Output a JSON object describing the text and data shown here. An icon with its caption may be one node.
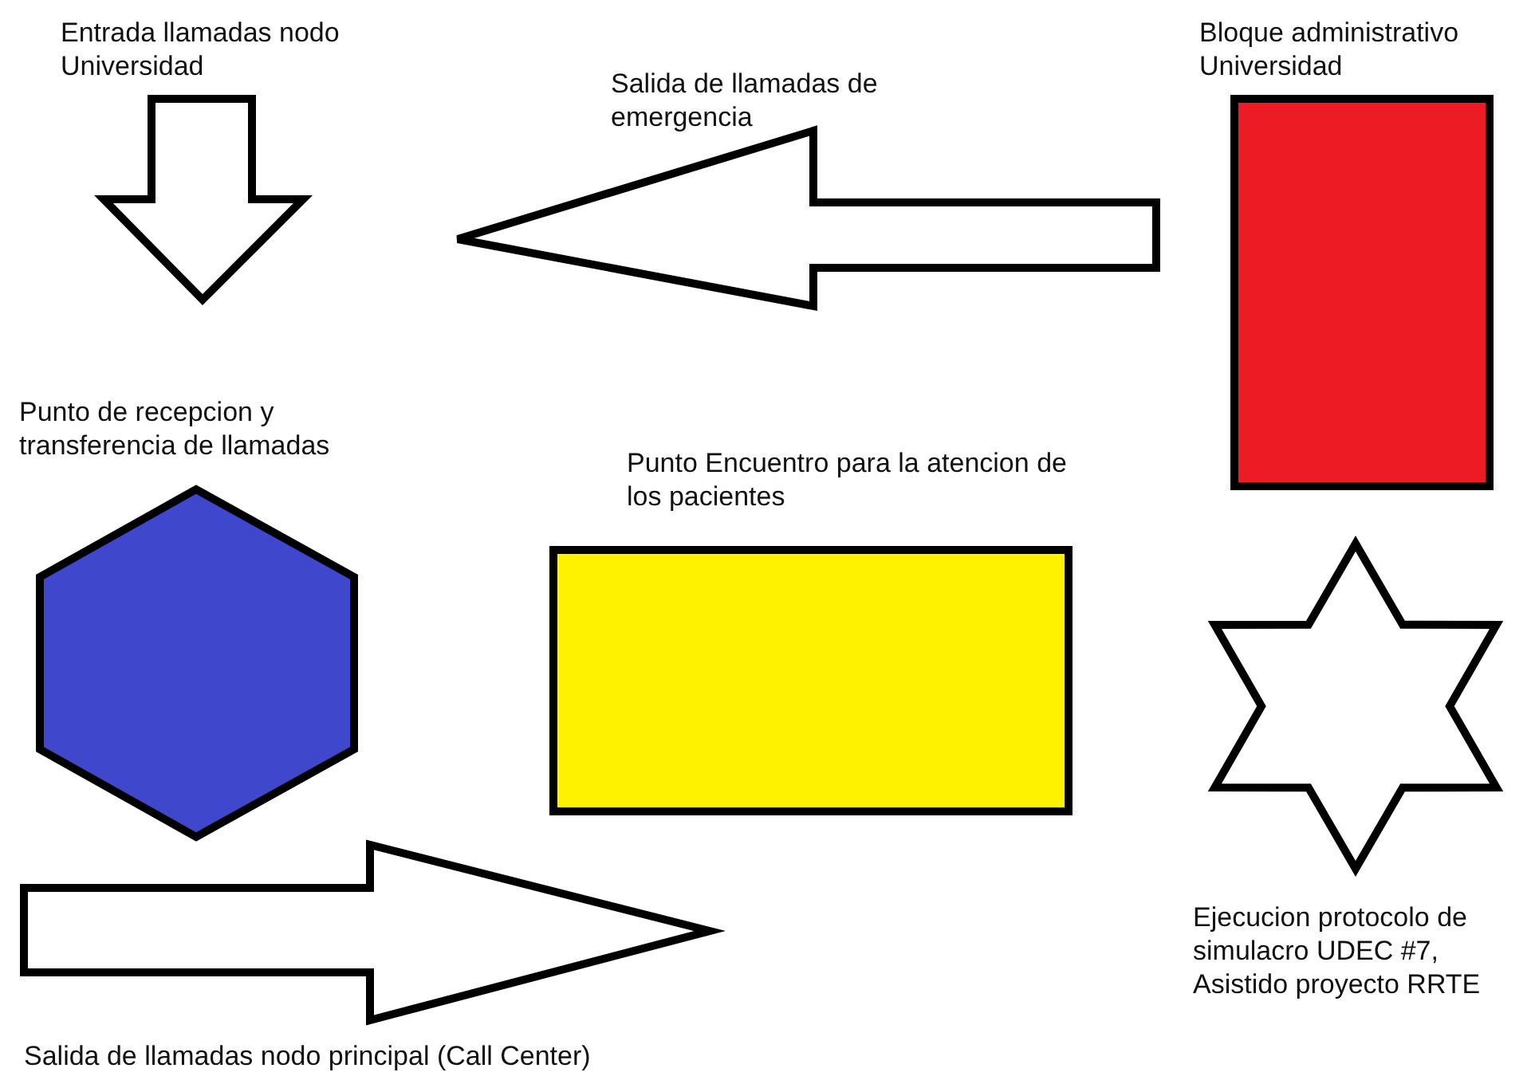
{
  "diagram": {
    "nodes": [
      {
        "text": [
          "Entrada llamadas nodo Universidad"
        ]
      },
      {
        "text": [
          "Salida de llamadas de emergencia"
        ]
      },
      {
        "text": [
          "Bloque administrativo Universidad"
        ]
      },
      {
        "text": [
          "Punto de recepcion y transferencia de llamadas"
        ]
      },
      {
        "text": [
          "Punto Encuentro para la atencion de los pacientes"
        ]
      },
      {
        "text": [
          "Ejecucion protocolo de simulacro UDEC #7, Asistido proyecto RRTE"
        ]
      },
      {
        "text": [
          "Salida de llamadas nodo principal (Call Center)"
        ]
      }
    ]
  }
}
